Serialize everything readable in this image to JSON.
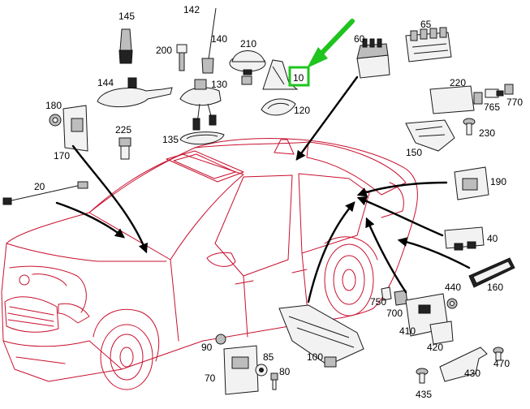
{
  "callouts": {
    "c145": "145",
    "c142": "142",
    "c140": "140",
    "c200": "200",
    "c210": "210",
    "c10": "10",
    "c60": "60",
    "c65": "65",
    "c144": "144",
    "c130": "130",
    "c120": "120",
    "c220": "220",
    "c765": "765",
    "c770": "770",
    "c180": "180",
    "c225": "225",
    "c230": "230",
    "c170": "170",
    "c135": "135",
    "c150": "150",
    "c190": "190",
    "c20": "20",
    "c40": "40",
    "c160": "160",
    "c440": "440",
    "c750": "750",
    "c700": "700",
    "c410": "410",
    "c420": "420",
    "c90": "90",
    "c85": "85",
    "c100": "100",
    "c70": "70",
    "c80": "80",
    "c430": "430",
    "c470": "470",
    "c435": "435"
  },
  "highlight": {
    "color": "#1fc41f",
    "target": "10"
  },
  "colors": {
    "car_outline": "#c8102e",
    "leader_lines": "#000000"
  },
  "icons": [
    "green-pointer-arrow-icon"
  ]
}
